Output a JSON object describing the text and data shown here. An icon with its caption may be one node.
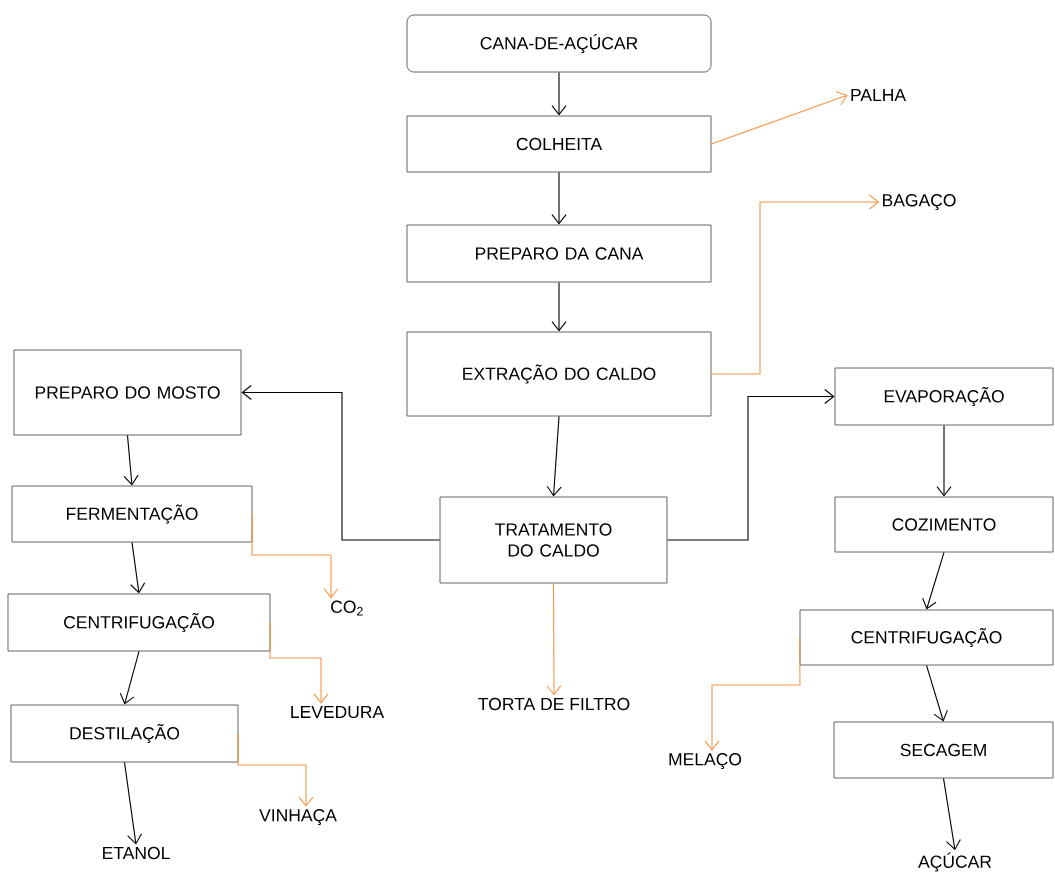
{
  "diagram": {
    "nodes": [
      {
        "text": [
          "CANA-DE-AÇÚCAR"
        ]
      },
      {
        "text": [
          "COLHEITA"
        ]
      },
      {
        "text": [
          "PREPARO DA CANA"
        ]
      },
      {
        "text": [
          "EXTRAÇÃO DO CALDO"
        ]
      },
      {
        "text": [
          "TRATAMENTO DO CALDO"
        ]
      },
      {
        "text": [
          "PREPARO DO MOSTO"
        ]
      },
      {
        "text": [
          "FERMENTAÇÃO"
        ]
      },
      {
        "text": [
          "CENTRIFUGAÇÃO"
        ]
      },
      {
        "text": [
          "DESTILAÇÃO"
        ]
      },
      {
        "text": [
          "EVAPORAÇÃO"
        ]
      },
      {
        "text": [
          "COZIMENTO"
        ]
      },
      {
        "text": [
          "CENTRIFUGAÇÃO"
        ]
      },
      {
        "text": [
          "SECAGEM"
        ]
      },
      {
        "text": [
          "PALHA"
        ]
      },
      {
        "text": [
          "BAGAÇO"
        ]
      },
      {
        "text": [
          "CO$_{2}$"
        ]
      },
      {
        "text": [
          "LEVEDURA"
        ]
      },
      {
        "text": [
          "TORTA DE FILTRO"
        ]
      },
      {
        "text": [
          "MELAÇO"
        ]
      },
      {
        "text": [
          "VINHAÇA"
        ]
      },
      {
        "text": [
          "ETANOL"
        ]
      },
      {
        "text": [
          "AÇÚCAR"
        ]
      }
    ],
    "edges": [
      {
        "from": 0,
        "to": 1,
        "arrow": "to"
      },
      {
        "from": 1,
        "to": 2,
        "arrow": "to"
      },
      {
        "from": 2,
        "to": 3,
        "arrow": "to"
      },
      {
        "from": 3,
        "to": 4,
        "arrow": "to"
      },
      {
        "from": 4,
        "to": 5,
        "arrow": "to"
      },
      {
        "from": 4,
        "to": 9,
        "arrow": "to"
      },
      {
        "from": 5,
        "to": 6,
        "arrow": "to"
      },
      {
        "from": 6,
        "to": 7,
        "arrow": "to"
      },
      {
        "from": 7,
        "to": 8,
        "arrow": "to"
      },
      {
        "from": 8,
        "to": 20,
        "arrow": "to"
      },
      {
        "from": 9,
        "to": 10,
        "arrow": "to"
      },
      {
        "from": 10,
        "to": 11,
        "arrow": "to"
      },
      {
        "from": 11,
        "to": 12,
        "arrow": "to"
      },
      {
        "from": 12,
        "to": 21,
        "arrow": "to"
      },
      {
        "from": 1,
        "to": 13,
        "arrow": "to",
        "color": "#f79646"
      },
      {
        "from": 3,
        "to": 14,
        "arrow": "to",
        "color": "#f79646"
      },
      {
        "from": 4,
        "to": 17,
        "arrow": "to",
        "color": "#f79646"
      },
      {
        "from": 6,
        "to": 15,
        "arrow": "to",
        "color": "#f79646"
      },
      {
        "from": 7,
        "to": 16,
        "arrow": "to",
        "color": "#f79646"
      },
      {
        "from": 8,
        "to": 19,
        "arrow": "to",
        "color": "#f79646"
      },
      {
        "from": 11,
        "to": 18,
        "arrow": "to",
        "color": "#f79646"
      }
    ]
  }
}
